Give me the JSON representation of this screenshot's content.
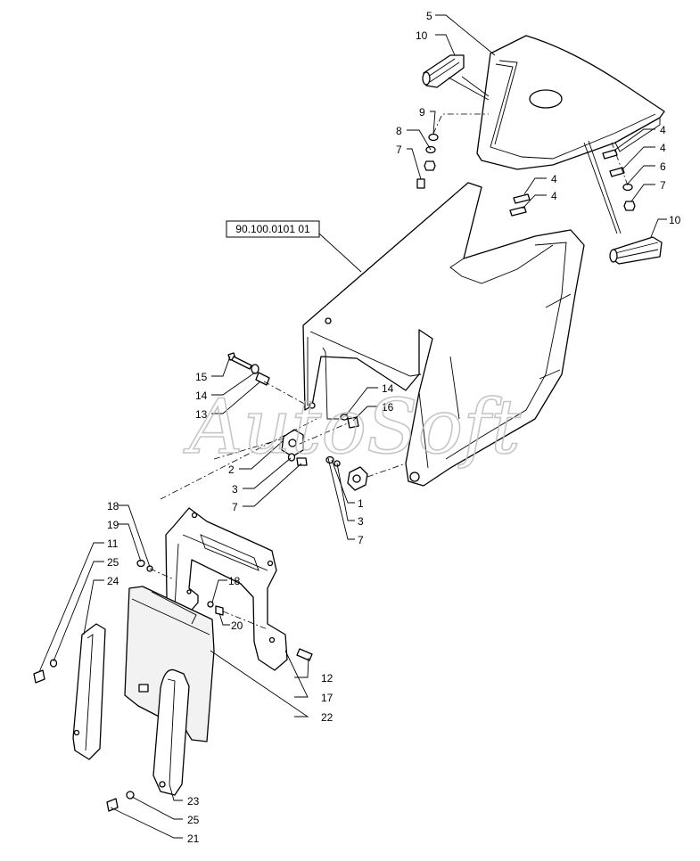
{
  "reference_label": "90.100.0101 01",
  "watermark": "AutoSoft",
  "callouts": {
    "c5": "5",
    "c10a": "10",
    "c9": "9",
    "c8": "8",
    "c7a": "7",
    "c4a": "4",
    "c4b": "4",
    "c6": "6",
    "c7b": "7",
    "c4c": "4",
    "c4d": "4",
    "c10b": "10",
    "c15": "15",
    "c14a": "14",
    "c13": "13",
    "c14b": "14",
    "c16": "16",
    "c2": "2",
    "c3a": "3",
    "c7c": "7",
    "c1": "1",
    "c3b": "3",
    "c7d": "7",
    "c18a": "18",
    "c19": "19",
    "c11": "11",
    "c25a": "25",
    "c24": "24",
    "c18b": "18",
    "c20": "20",
    "c12": "12",
    "c17": "17",
    "c22": "22",
    "c23": "23",
    "c25b": "25",
    "c21": "21"
  }
}
